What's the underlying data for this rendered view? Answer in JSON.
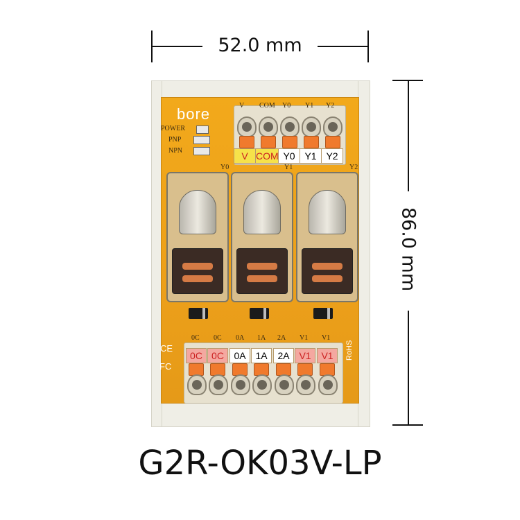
{
  "dimensions": {
    "width_label": "52.0 mm",
    "height_label": "86.0 mm"
  },
  "model": "G2R-OK03V-LP",
  "brand": "bore",
  "indicators": [
    "POWER",
    "PNP",
    "NPN"
  ],
  "top_terminals": {
    "small_labels": [
      "V",
      "COM",
      "Y0",
      "Y1",
      "Y2"
    ],
    "labels": [
      "V",
      "COM",
      "Y0",
      "Y1",
      "Y2"
    ],
    "label_colors": [
      "#f6e24a",
      "#f6e24a",
      "#ffffff",
      "#ffffff",
      "#ffffff"
    ]
  },
  "relays": [
    {
      "label": "Y0"
    },
    {
      "label": "Y1"
    },
    {
      "label": "Y2"
    }
  ],
  "bottom_terminals": {
    "small_labels": [
      "0C",
      "0C",
      "0A",
      "1A",
      "2A",
      "V1",
      "V1"
    ],
    "labels": [
      "0C",
      "0C",
      "0A",
      "1A",
      "2A",
      "V1",
      "V1"
    ],
    "label_colors": [
      "#f4a8a0",
      "#f4a8a0",
      "#ffffff",
      "#ffffff",
      "#ffffff",
      "#f4a8a0",
      "#f4a8a0"
    ]
  },
  "marks": {
    "ce": "CE",
    "fc": "FC",
    "rohs": "RoHS"
  },
  "colors": {
    "board": "#eda01a",
    "terminal_lever": "#f07a2d",
    "rail": "#efeee6"
  }
}
